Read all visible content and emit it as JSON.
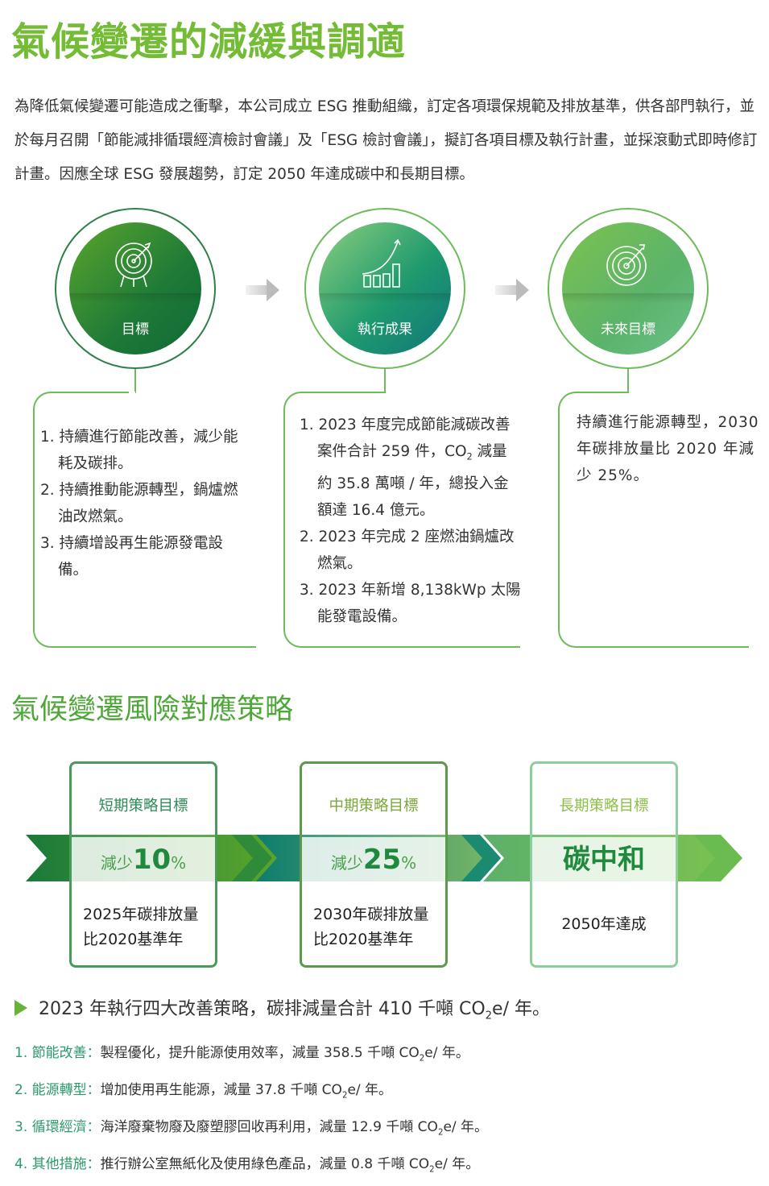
{
  "title": "氣候變遷的減緩與調適",
  "intro": "為降低氣候變遷可能造成之衝擊，本公司成立 ESG 推動組織，訂定各項環保規範及排放基準，供各部門執行，並於每月召開「節能減排循環經濟檢討會議」及「ESG 檢討會議」，擬訂各項目標及執行計畫，並採滾動式即時修訂計畫。因應全球 ESG 發展趨勢，訂定 2050 年達成碳中和長期目標。",
  "stages": [
    {
      "label": "目標",
      "icon": "target-stand-icon",
      "items": [
        "1. 持續進行節能改善，減少能耗及碳排。",
        "2. 持續推動能源轉型，鍋爐燃油改燃氣。",
        "3. 持續增設再生能源發電設備。"
      ]
    },
    {
      "label": "執行成果",
      "icon": "growth-chart-icon",
      "items_a": "1. 2023 年度完成節能減碳改善案件合計 259 件，CO",
      "items_a_sub": "2",
      "items_a2": " 減量約 35.8 萬噸 / 年，總投入金額達 16.4 億元。",
      "items": [
        "2. 2023 年完成 2 座燃油鍋爐改燃氣。",
        "3. 2023 年新增 8,138kWp 太陽能發電設備。"
      ]
    },
    {
      "label": "未來目標",
      "icon": "target-icon",
      "text": "持續進行能源轉型，2030 年碳排放量比 2020 年減少 25%。"
    }
  ],
  "section2_title": "氣候變遷風險對應策略",
  "strategies": [
    {
      "title": "短期策略目標",
      "prefix": "減少",
      "value": "10",
      "unit": "%",
      "desc": "2025年碳排放量比2020基準年",
      "title_color": "#2e8b57"
    },
    {
      "title": "中期策略目標",
      "prefix": "減少",
      "value": "25",
      "unit": "%",
      "desc": "2030年碳排放量比2020基準年",
      "title_color": "#7aa83a"
    },
    {
      "title": "長期策略目標",
      "big": "碳中和",
      "desc": "2050年達成",
      "title_color": "#8cc048"
    }
  ],
  "summary": {
    "pre": "2023 年執行四大改善策略，碳排減量合計 410 千噸 CO",
    "sub": "2",
    "post": "e/ 年。"
  },
  "measures": [
    {
      "key": "1. 節能改善：",
      "text": "製程優化，提升能源使用效率，減量 358.5 千噸 CO",
      "post": "e/ 年。"
    },
    {
      "key": "2. 能源轉型：",
      "text": "增加使用再生能源，減量 37.8 千噸 CO",
      "post": "e/ 年。"
    },
    {
      "key": "3. 循環經濟：",
      "text": "海洋廢棄物廢及廢塑膠回收再利用，減量 12.9 千噸 CO",
      "post": "e/ 年。"
    },
    {
      "key": "4. 其他措施：",
      "text": "推行辦公室無紙化及使用綠色產品，減量 0.8 千噸 CO",
      "post": "e/ 年。"
    }
  ],
  "sub2": "2"
}
